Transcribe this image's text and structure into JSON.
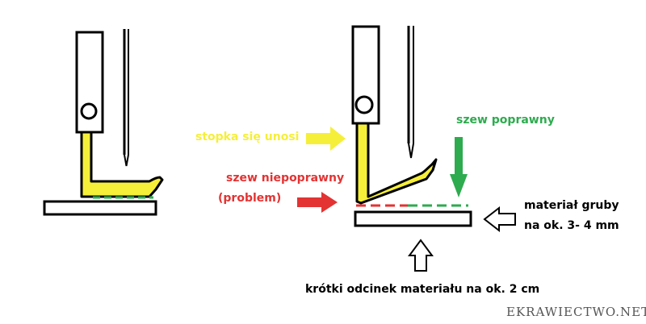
{
  "labels": {
    "foot_lifts": "stopka się unosi",
    "seam_correct": "szew poprawny",
    "seam_incorrect": "szew niepoprawny",
    "problem": "(problem)",
    "thick_material_line1": "materiał gruby",
    "thick_material_line2": "na ok. 3- 4 mm",
    "short_segment": "krótki odcinek materiału na ok. 2 cm"
  },
  "watermark": "EKRAWIECTWO.NET",
  "colors": {
    "yellow": "#f5ef3a",
    "green": "#2eab4f",
    "red": "#e33333",
    "outline": "#000000",
    "watermark": "#555555"
  }
}
